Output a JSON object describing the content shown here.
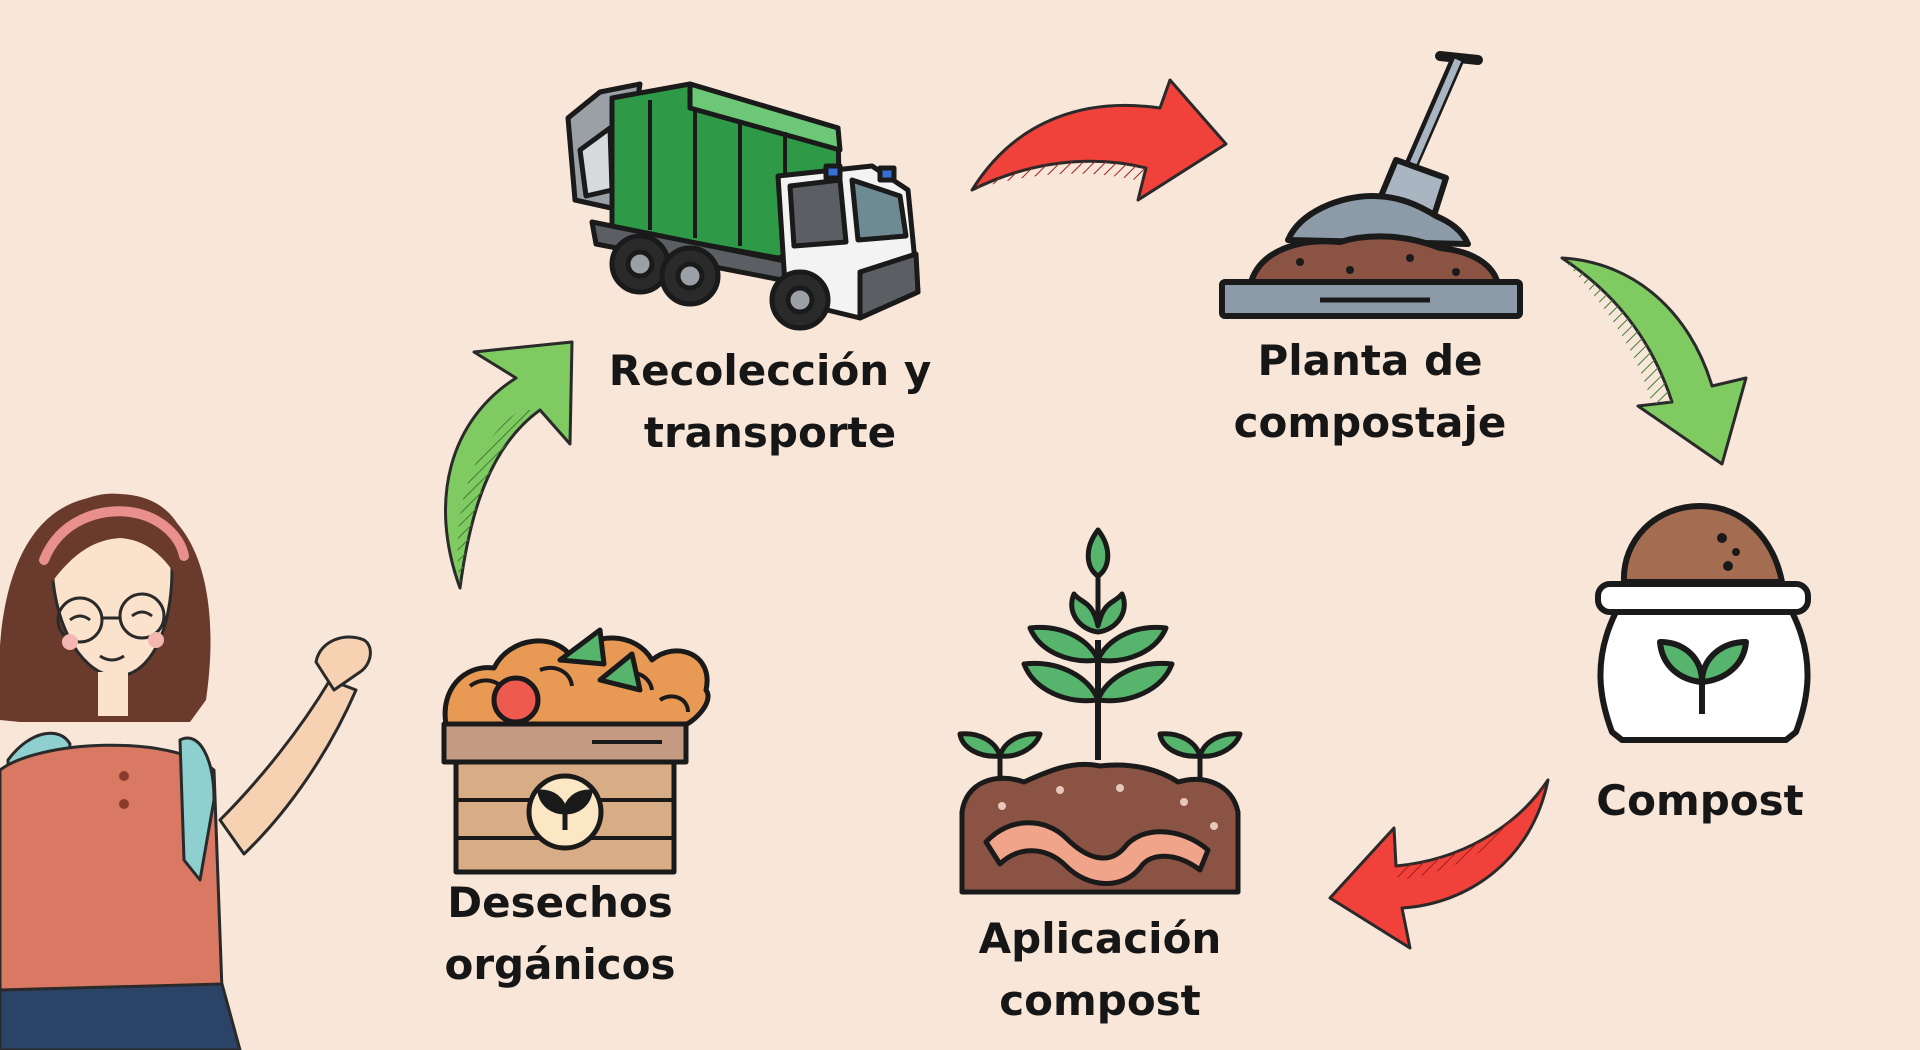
{
  "labels": {
    "recoleccion": [
      "Recolección y",
      "transporte"
    ],
    "planta": [
      "Planta de",
      "compostaje"
    ],
    "compost": [
      "Compost"
    ],
    "aplicacion": [
      "Aplicación",
      "compost"
    ],
    "desechos": [
      "Desechos",
      "orgánicos"
    ]
  },
  "colors": {
    "background": "#f8e6d8",
    "truck_green": "#2e9a48",
    "arrow_green": "#7fcb62",
    "arrow_red": "#f0413b",
    "soil": "#8a5344",
    "sack": "#ffffff",
    "crate": "#d8ac84",
    "plant": "#57b46c"
  },
  "icons": [
    "garbage-truck-icon",
    "compost-shovel-icon",
    "compost-sack-icon",
    "soil-worm-plant-icon",
    "organic-waste-crate-icon",
    "girl-illustration",
    "green-arrow-icon",
    "red-arrow-icon"
  ]
}
